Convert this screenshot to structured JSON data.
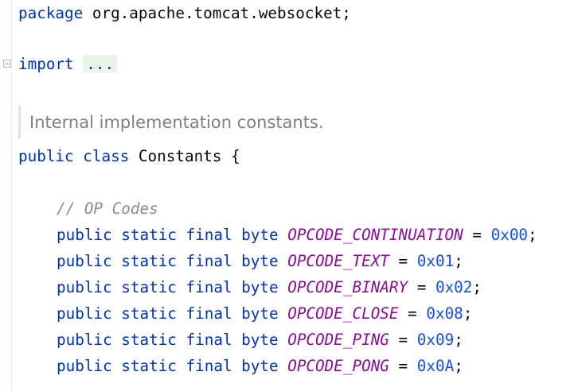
{
  "package_line": {
    "keyword": "package",
    "name": "org.apache.tomcat.websocket;"
  },
  "import_line": {
    "keyword": "import",
    "folded": "..."
  },
  "doc_comment": "Internal implementation constants.",
  "class_decl": {
    "kw1": "public",
    "kw2": "class",
    "name": "Constants {"
  },
  "comment": "// OP Codes",
  "fields": [
    {
      "mods": "public static final byte",
      "name": "OPCODE_CONTINUATION",
      "eq": " = ",
      "value": "0x00",
      "end": ";"
    },
    {
      "mods": "public static final byte",
      "name": "OPCODE_TEXT",
      "eq": " = ",
      "value": "0x01",
      "end": ";"
    },
    {
      "mods": "public static final byte",
      "name": "OPCODE_BINARY",
      "eq": " = ",
      "value": "0x02",
      "end": ";"
    },
    {
      "mods": "public static final byte",
      "name": "OPCODE_CLOSE",
      "eq": " = ",
      "value": "0x08",
      "end": ";"
    },
    {
      "mods": "public static final byte",
      "name": "OPCODE_PING",
      "eq": " = ",
      "value": "0x09",
      "end": ";"
    },
    {
      "mods": "public static final byte",
      "name": "OPCODE_PONG",
      "eq": " = ",
      "value": "0x0A",
      "end": ";"
    }
  ],
  "colors": {
    "keyword": "#0033b3",
    "field": "#871094",
    "number": "#1750eb",
    "comment": "#8c8c8c",
    "text": "#080808"
  }
}
